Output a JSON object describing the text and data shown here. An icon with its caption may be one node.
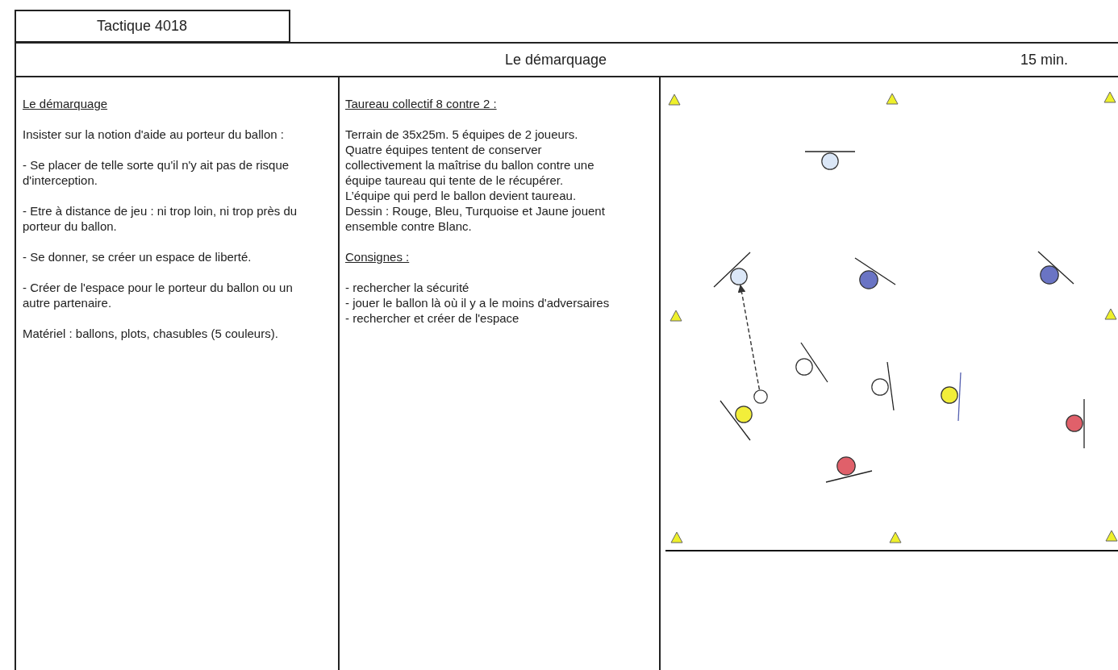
{
  "diagram": {
    "nodes": [
      {
        "text": [
          "Tactique 4018"
        ]
      },
      {
        "text": [
          "Le démarquage",
          "15 min."
        ]
      },
      {
        "text": [
          "Le démarquage",
          "Insister sur la notion d'aide au porteur du ballon :",
          "- Se placer de telle sorte qu'il n'y ait pas de risque d'interception.",
          "- Etre à distance de jeu : ni trop loin, ni trop près du porteur du ballon.",
          "- Se donner, se créer un espace de liberté.",
          "- Créer de l'espace pour le porteur du ballon ou un autre partenaire.",
          "Matériel : ballons, plots, chasubles (5 couleurs)."
        ]
      },
      {
        "text": [
          "Taureau collectif 8 contre 2 :",
          "Terrain de 35x25m. 5 équipes de 2 joueurs.",
          "Quatre équipes tentent de conserver collectivement la maîtrise du ballon contre une équipe taureau qui tente de le récupérer.",
          "L’équipe qui perd le ballon devient taureau.",
          "Dessin : Rouge, Bleu, Turquoise et Jaune jouent ensemble contre Blanc.",
          "Consignes :",
          "- rechercher la sécurité",
          "- jouer le ballon là où il y a le moins d'adversaires",
          "- rechercher et créer de l'espace"
        ]
      },
      {
        "text": [],
        "shape": "circle"
      },
      {
        "text": [],
        "shape": "circle"
      },
      {
        "text": [],
        "shape": "circle"
      },
      {
        "text": [],
        "shape": "circle"
      },
      {
        "text": [],
        "shape": "circle"
      },
      {
        "text": [],
        "shape": "circle"
      },
      {
        "text": [],
        "shape": "circle"
      },
      {
        "text": [],
        "shape": "circle"
      },
      {
        "text": [],
        "shape": "circle"
      },
      {
        "text": [],
        "shape": "circle"
      },
      {
        "text": [],
        "shape": "circle"
      }
    ],
    "edges": [
      {
        "from": 10,
        "to": 5,
        "arrow": "to",
        "style": "dashed"
      }
    ]
  }
}
